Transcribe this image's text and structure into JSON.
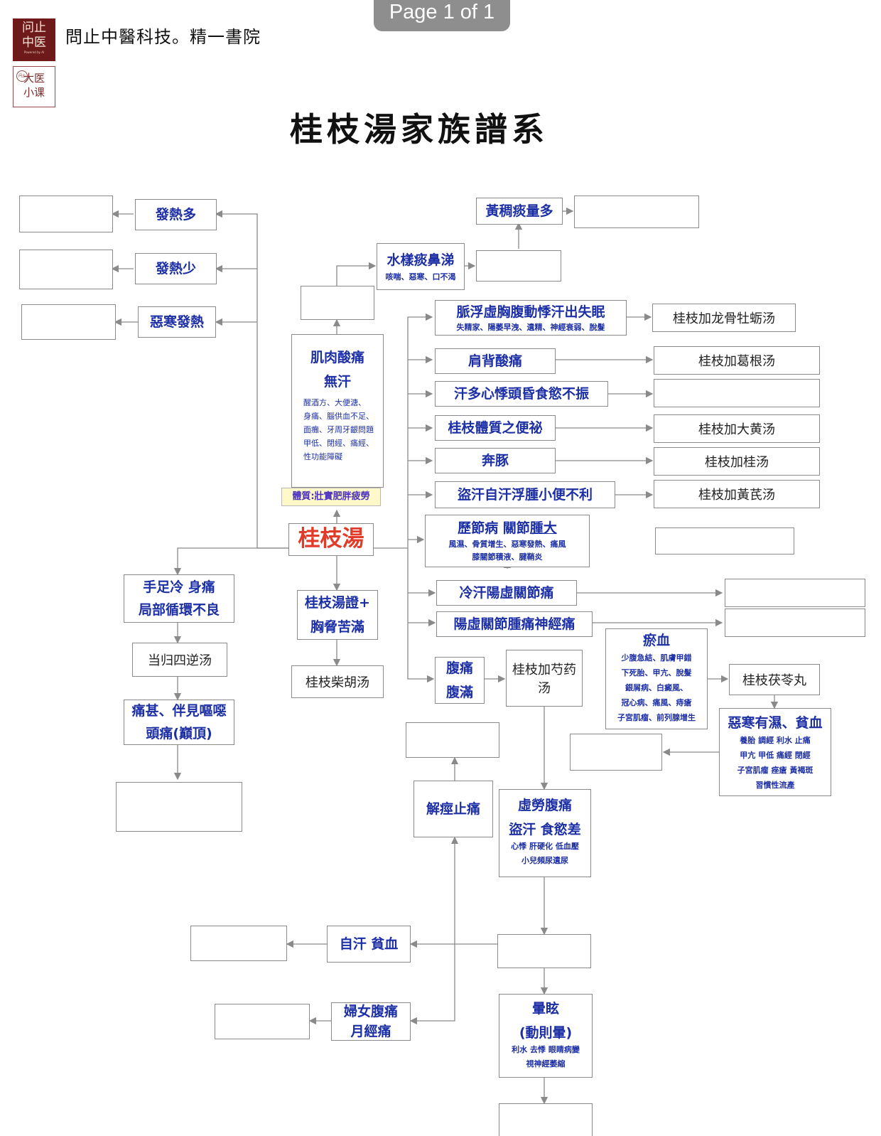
{
  "viewer": {
    "page_label": "Page 1 of 1"
  },
  "header": {
    "logo1_top": "问止",
    "logo1_bottom": "中医",
    "logo1_tag": "Powered by AI",
    "logo2_seal": "问止",
    "logo2_top": "大医",
    "logo2_bottom": "小课",
    "org": "問止中醫科技。精一書院"
  },
  "title": "桂枝湯家族譜系",
  "center": {
    "name": "桂枝湯",
    "constitution": "體質:壯實肥胖疲勞"
  },
  "left": {
    "fever_more": "發熱多",
    "fever_less": "發熱少",
    "chill_fever": "惡寒發熱",
    "cold_limbs_1": "手足冷 身痛",
    "cold_limbs_2": "局部循環不良",
    "danggui": "当归四逆汤",
    "pain_1": "痛甚、伴見嘔噁",
    "pain_2": "頭痛(巔頂)"
  },
  "muscle": {
    "line1": "肌肉酸痛",
    "line2": "無汗",
    "notes": [
      "醒酒方、大便溏、",
      "身痛、腦供血不足、",
      "面癱、牙周牙齦問題",
      "甲低、閉經、痛經、",
      "性功能障礙"
    ]
  },
  "phlegm_clear": {
    "title": "水樣痰鼻涕",
    "sub": "咳喘、惡寒、口不渴"
  },
  "phlegm_yellow": {
    "title": "黃稠痰量多"
  },
  "syndrome": {
    "line1": "桂枝湯證+",
    "line2": "胸脅苦滿",
    "result": "桂枝柴胡汤"
  },
  "right": {
    "pulse_title": "脈浮虛胸腹動悸汗出失眠",
    "pulse_sub": "失精家、陽萎早洩、遺精、神經衰弱、脫髮",
    "pulse_result": "桂枝加龙骨牡蛎汤",
    "shoulder": "肩背酸痛",
    "shoulder_result": "桂枝加葛根汤",
    "sweat": "汗多心悸頭昏食慾不振",
    "constipation": "桂枝體質之便祕",
    "constipation_result": "桂枝加大黄汤",
    "bentun": "奔豚",
    "bentun_result": "桂枝加桂汤",
    "night_sweat": "盜汗自汗浮腫小便不利",
    "night_sweat_result": "桂枝加黃芪汤",
    "joint_title_a": "歷節病 關節",
    "joint_title_b": "腫大",
    "joint_sub1": "風濕、骨質增生、惡寒發熱、痛風",
    "joint_sub2": "膝關節積液、腱鞘炎",
    "cold_sweat": "冷汗陽虛關節痛",
    "yang_def": "陽虛關節腫痛神經痛"
  },
  "abdomen": {
    "line1": "腹痛",
    "line2": "腹滿",
    "shaoyao": "桂枝加芍药汤",
    "stasis_title": "瘀血",
    "stasis_notes": [
      "少腹急結、肌膚甲錯",
      "下死胎、甲亢、脫髮",
      "銀屑病、白癜風、",
      "冠心病、痛風、痔瘡",
      "子宮肌瘤、前列腺增生"
    ],
    "fuling": "桂枝茯苓丸",
    "damp_title": "惡寒有濕、貧血",
    "damp_notes": [
      "養胎 調經 利水 止痛",
      "甲亢 甲低 痛經 閉經",
      "子宮肌瘤 痤瘡 黃褐斑",
      "習慣性流產"
    ],
    "spasm": "解痙止痛",
    "fatigue_1": "虛勞腹痛",
    "fatigue_2": "盜汗 食慾差",
    "fatigue_notes": [
      "心悸 肝硬化 低血壓",
      "小兒頻尿遺尿"
    ],
    "spont_sweat": "自汗  貧血",
    "women_1": "婦女腹痛",
    "women_2": "月經痛",
    "dizzy_1": "暈眩",
    "dizzy_2": "(動則暈)",
    "dizzy_notes": [
      "利水 去悸 眼睛病變",
      "視神經萎縮"
    ]
  },
  "colors": {
    "heading_blue": "#1c2fa5",
    "center_red": "#e23b2a",
    "constitution_bg": "#fff9c9"
  }
}
